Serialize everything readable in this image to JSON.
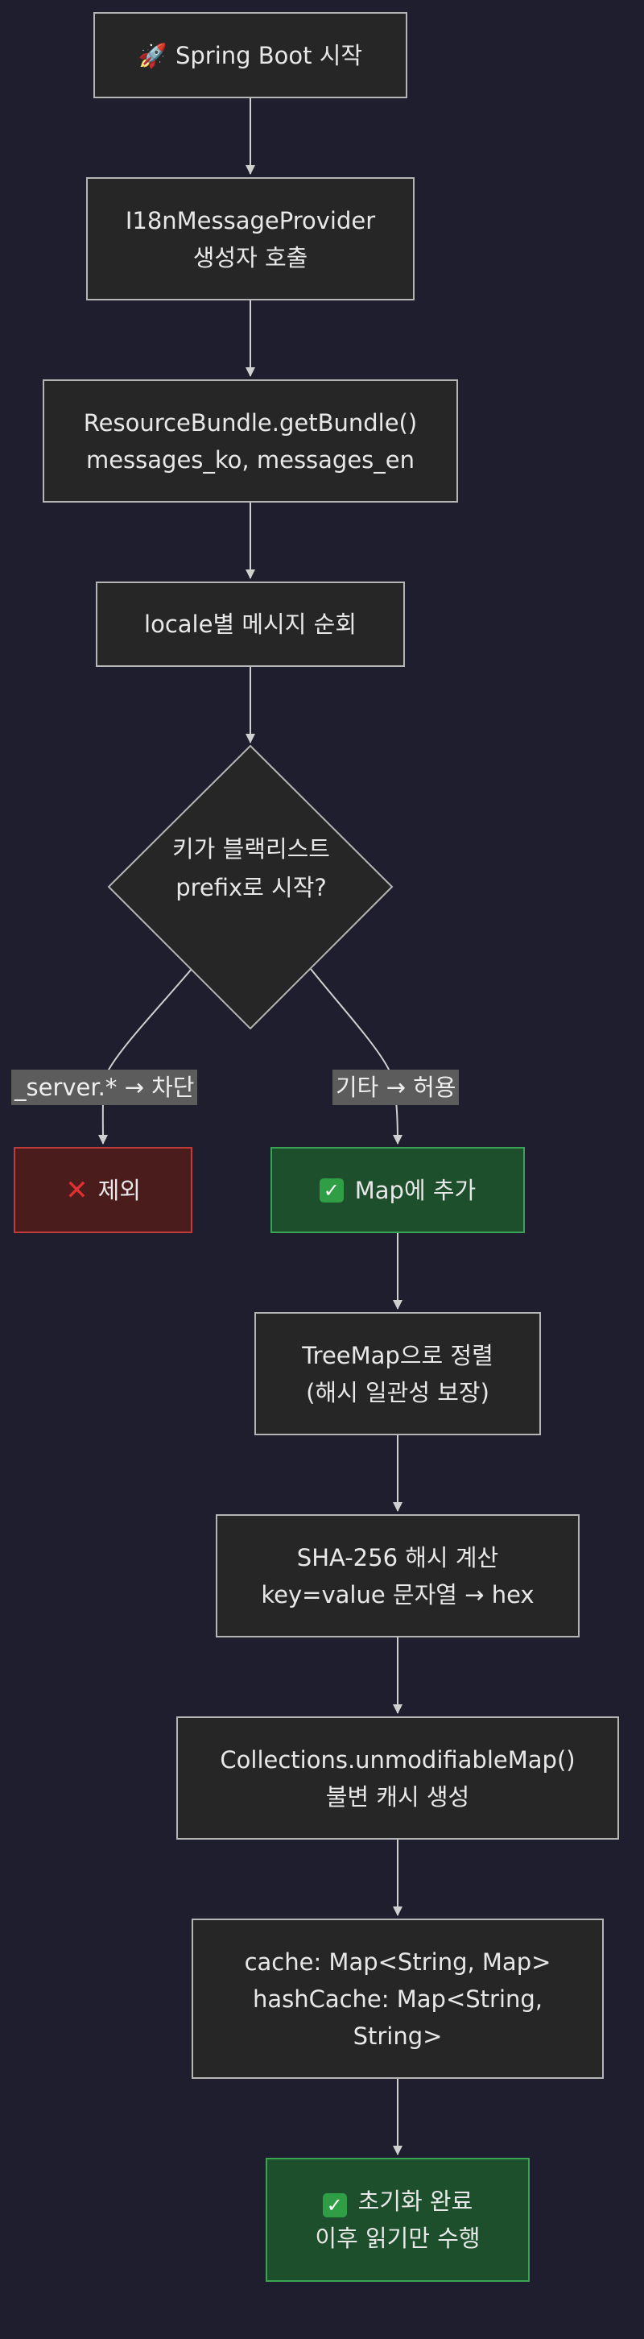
{
  "colors": {
    "background": "#1e1e2e",
    "node_fill": "#262626",
    "node_border": "#b5b5b5",
    "exclude_fill": "#4a1c1c",
    "exclude_border": "#c23b3b",
    "success_fill": "#1d4f2c",
    "success_border": "#3aa355",
    "edge": "#d0d0d0",
    "edge_label_bg": "#5c5c5c"
  },
  "nodes": {
    "start": {
      "icon": "rocket-icon",
      "glyph": "🚀",
      "label": "Spring Boot 시작"
    },
    "provider": {
      "line1": "I18nMessageProvider",
      "line2": "생성자 호출"
    },
    "bundle": {
      "line1": "ResourceBundle.getBundle()",
      "line2": "messages_ko, messages_en"
    },
    "iterate": {
      "label": "locale별 메시지 순회"
    },
    "decision": {
      "line1": "키가 블랙리스트",
      "line2": "prefix로 시작?"
    },
    "exclude": {
      "icon": "cross-mark-icon",
      "glyph": "✕",
      "label": "제외"
    },
    "add": {
      "icon": "check-mark-icon",
      "glyph": "✓",
      "label": "Map에 추가"
    },
    "sort": {
      "line1": "TreeMap으로 정렬",
      "line2": "(해시 일관성 보장)"
    },
    "hash": {
      "line1": "SHA-256 해시 계산",
      "line2": "key=value 문자열 → hex"
    },
    "immutable": {
      "line1": "Collections.unmodifiableMap()",
      "line2": "불변 캐시 생성"
    },
    "cache": {
      "line1": "cache: Map<String, Map>",
      "line2": "hashCache: Map<String,",
      "line3": "String>"
    },
    "done": {
      "icon": "check-mark-icon",
      "glyph": "✓",
      "line1": "초기화 완료",
      "line2": "이후 읽기만 수행"
    }
  },
  "edge_labels": {
    "blocked": "_server.* → 차단",
    "allowed": "기타 → 허용"
  }
}
